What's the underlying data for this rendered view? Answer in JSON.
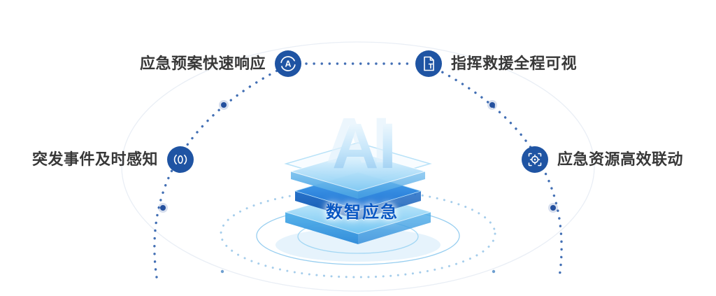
{
  "diagram": {
    "ai_label": "AI",
    "platform_label": "数智应急"
  },
  "features": [
    {
      "id": "plan-response",
      "label": "应急预案快速响应",
      "icon": "cycle-a-icon",
      "position": "top-left"
    },
    {
      "id": "command-visibility",
      "label": "指挥救援全程可视",
      "icon": "document-icon",
      "position": "top-right"
    },
    {
      "id": "incident-sensing",
      "label": "突发事件及时感知",
      "icon": "sensor-wave-icon",
      "position": "left"
    },
    {
      "id": "resource-linkage",
      "label": "应急资源高效联动",
      "icon": "scan-gear-icon",
      "position": "right"
    }
  ],
  "colors": {
    "icon_background": "#1f54a3",
    "dotted_arc": "#2e5fac",
    "ring_line": "#8cc9ee",
    "label_text": "#383838",
    "platform_label_text": "#0857c3",
    "stack_blue_light": "#8ed0f5",
    "stack_blue_deep": "#1a72d4"
  }
}
